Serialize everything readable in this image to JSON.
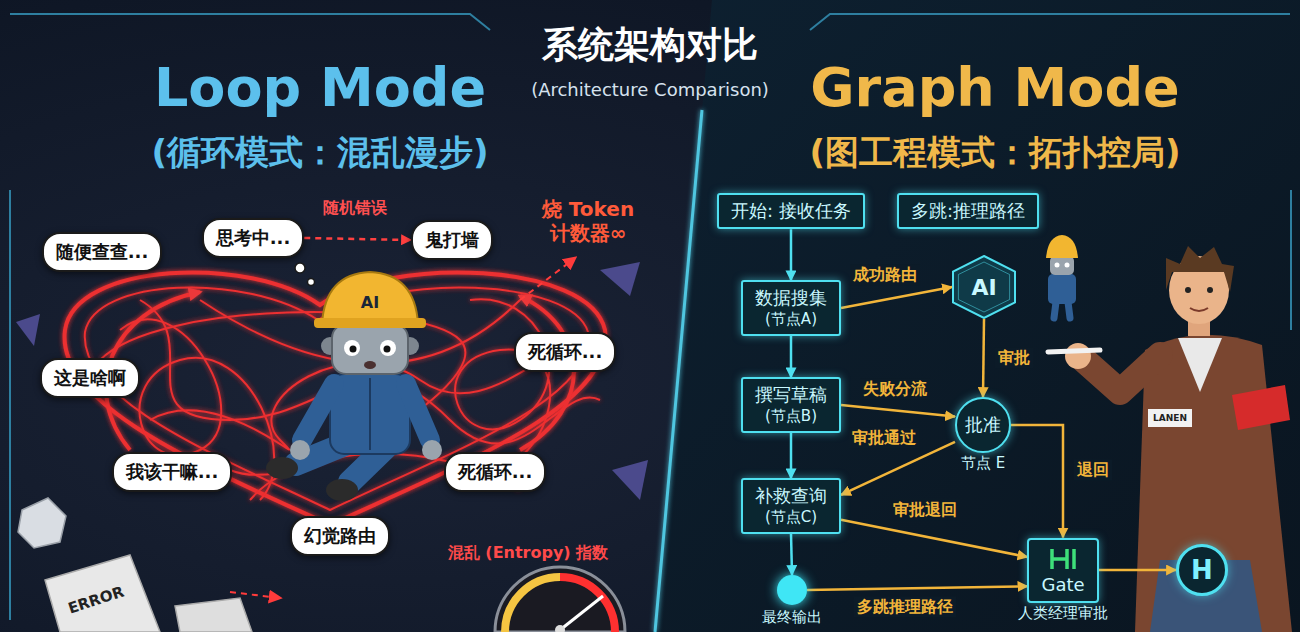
{
  "diagram": {
    "title": "系统架构对比",
    "nodes": [
      {
        "text": [
          "随便查查..."
        ]
      },
      {
        "text": [
          "思考中..."
        ]
      },
      {
        "text": [
          "鬼打墙"
        ]
      },
      {
        "text": [
          "这是啥啊"
        ]
      },
      {
        "text": [
          "死循环..."
        ]
      },
      {
        "text": [
          "我该干嘛..."
        ]
      },
      {
        "text": [
          "死循环..."
        ]
      },
      {
        "text": [
          "幻觉路由"
        ]
      },
      {
        "text": [
          "开始: 接收任务"
        ]
      },
      {
        "text": [
          "多跳:推理路径"
        ]
      },
      {
        "text": [
          "数据搜集",
          "(节点A)"
        ]
      },
      {
        "text": [
          "AI"
        ]
      },
      {
        "text": [
          "撰写草稿",
          "(节点B)"
        ]
      },
      {
        "text": [
          "批准",
          "节点 E"
        ]
      },
      {
        "text": [
          "补救查询",
          "(节点C)"
        ]
      },
      {
        "text": [
          "最终输出"
        ]
      },
      {
        "text": [
          "Gate",
          "人类经理审批"
        ]
      },
      {
        "text": [
          "H"
        ]
      }
    ],
    "edges": [
      {
        "from": 1,
        "to": 2,
        "label": "随机错误",
        "arrow": "to"
      },
      {
        "from": 8,
        "to": 10,
        "arrow": "to"
      },
      {
        "from": 10,
        "to": 11,
        "label": "成功路由",
        "arrow": "to"
      },
      {
        "from": 10,
        "to": 12,
        "arrow": "to"
      },
      {
        "from": 11,
        "to": 13,
        "label": "审批",
        "arrow": "to"
      },
      {
        "from": 12,
        "to": 13,
        "label": "失败分流",
        "arrow": "to"
      },
      {
        "from": 13,
        "to": 14,
        "label": "审批通过",
        "arrow": "to"
      },
      {
        "from": 13,
        "to": 16,
        "label": "退回",
        "arrow": "to"
      },
      {
        "from": 12,
        "to": 14,
        "arrow": "to"
      },
      {
        "from": 14,
        "to": 16,
        "label": "审批退回",
        "arrow": "to"
      },
      {
        "from": 14,
        "to": 15,
        "arrow": "to"
      },
      {
        "from": 15,
        "to": 16,
        "label": "多跳推理路径",
        "arrow": "to"
      },
      {
        "from": 16,
        "to": 17,
        "arrow": "to"
      }
    ],
    "labels": [
      "(Architecture Comparison)",
      "Loop Mode",
      "(循环模式：混乱漫步)",
      "Graph Mode",
      "(图工程模式：拓扑控局)",
      "烧 Token 计数器∞",
      "混乱 (Entropy) 指数",
      "AI",
      "ERROR",
      "LANEN"
    ]
  }
}
